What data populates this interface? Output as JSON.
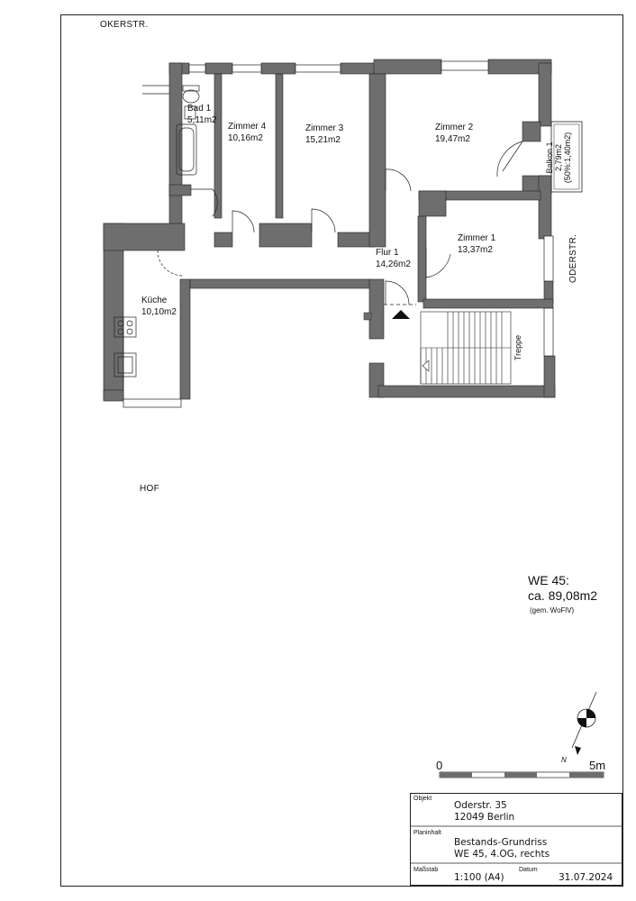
{
  "streets": {
    "top": "OKERSTR.",
    "right": "ODERSTR.",
    "yard": "HOF"
  },
  "rooms": {
    "bad1": {
      "name": "Bad 1",
      "area": "5,11m2"
    },
    "zimmer4": {
      "name": "Zimmer 4",
      "area": "10,16m2"
    },
    "zimmer3": {
      "name": "Zimmer 3",
      "area": "15,21m2"
    },
    "zimmer2": {
      "name": "Zimmer 2",
      "area": "19,47m2"
    },
    "zimmer1": {
      "name": "Zimmer 1",
      "area": "13,37m2"
    },
    "flur1": {
      "name": "Flur 1",
      "area": "14,26m2"
    },
    "kueche": {
      "name": "Küche",
      "area": "10,10m2"
    },
    "balkon1": {
      "name": "Balkon 1",
      "area": "2,79m2",
      "note": "(50%:1,40m2)"
    },
    "treppe": {
      "name": "Treppe"
    }
  },
  "summary": {
    "title": "WE 45:",
    "area": "ca. 89,08m2",
    "note": "(gem. WoFlV)"
  },
  "scale": {
    "start": "0",
    "end": "5m"
  },
  "north": {
    "label": "N"
  },
  "title_block": {
    "objekt_label": "Objekt",
    "objekt_line1": "Oderstr. 35",
    "objekt_line2": "12049 Berlin",
    "planinhalt_label": "Planinhalt",
    "planinhalt_line1": "Bestands-Grundriss",
    "planinhalt_line2": "WE 45, 4.OG, rechts",
    "massstab_label": "Maßstab",
    "massstab_value": "1:100 (A4)",
    "datum_label": "Datum",
    "datum_value": "31.07.2024"
  },
  "colors": {
    "wall": "#6e6e6e",
    "line": "#222222",
    "paper": "#ffffff"
  }
}
